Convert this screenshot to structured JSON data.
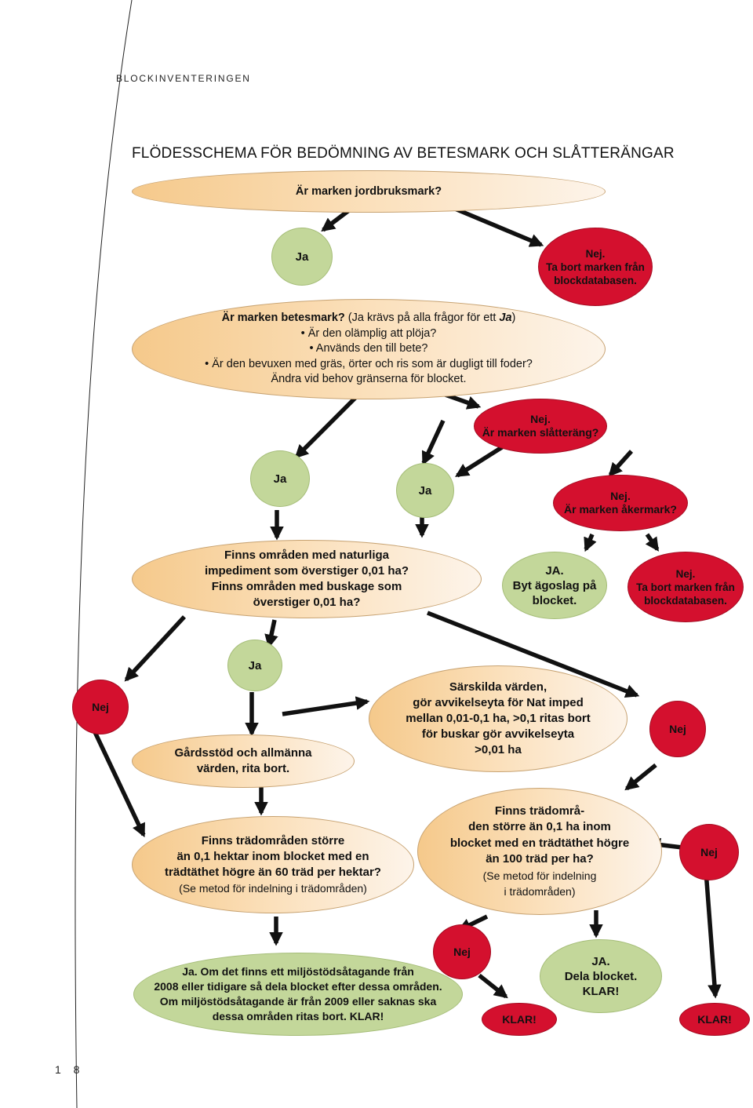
{
  "header": {
    "section_label": "BLOCKINVENTERINGEN",
    "title": "FLÖDESSCHEMA FÖR BEDÖMNING AV BETESMARK OCH SLÅTTERÄNGAR",
    "page_number": "1 8"
  },
  "q1": {
    "text": "Är marken jordbruksmark?"
  },
  "q1_yes": {
    "label": "Ja"
  },
  "q1_no": {
    "line1": "Nej.",
    "line2": "Ta bort marken från",
    "line3": "blockdatabasen."
  },
  "q2": {
    "intro_bold": "Är marken betesmark?",
    "intro_rest": " (Ja krävs på alla frågor för ett ",
    "intro_ja": "Ja",
    "intro_end": ")",
    "bullet1": "• Är den olämplig att plöja?",
    "bullet2": "• Används den till bete?",
    "bullet3": "• Är den bevuxen med gräs, örter och ris som är dugligt till foder?",
    "note": "Ändra vid behov gränserna för blocket."
  },
  "q2_no": {
    "line1": "Nej.",
    "line2": "Är marken slåtteräng?"
  },
  "q2_yes": {
    "label": "Ja"
  },
  "slatter_yes": {
    "label": "Ja"
  },
  "slatter_no": {
    "line1": "Nej.",
    "line2": "Är marken åkermark?"
  },
  "q3": {
    "line1": "Finns områden med naturliga",
    "line2": "impediment som överstiger 0,01 ha?",
    "line3": "Finns områden med buskage som",
    "line4": "överstiger 0,01 ha?"
  },
  "aker_yes": {
    "line1": "JA.",
    "line2": "Byt ägoslag på",
    "line3": "blocket."
  },
  "aker_no": {
    "line1": "Nej.",
    "line2": "Ta bort marken från",
    "line3": "blockdatabasen."
  },
  "q3_no": {
    "label": "Nej"
  },
  "q3_yes": {
    "label": "Ja"
  },
  "gard": {
    "line1": "Gårdsstöd och allmänna",
    "line2": "värden, rita bort."
  },
  "special": {
    "line1": "Särskilda värden,",
    "line2": "gör avvikelseyta för Nat imped",
    "line3": "mellan 0,01-0,1 ha, >0,1 ritas bort",
    "line4": "för buskar gör avvikelseyta",
    "line5": ">0,01 ha"
  },
  "right_no": {
    "label": "Nej"
  },
  "q4": {
    "line1": "Finns trädområden större",
    "line2": "än 0,1 hektar inom blocket med en",
    "line3": "trädtäthet högre än 60 träd per hektar?",
    "line4": "(Se metod för indelning i trädområden)"
  },
  "q5": {
    "line1": "Finns trädområ-",
    "line2": "den större än 0,1 ha inom",
    "line3": "blocket med en trädtäthet högre",
    "line4": "än 100 träd per ha?",
    "line5": "(Se metod för indelning",
    "line6": "i trädområden)"
  },
  "q5_no": {
    "label": "Nej"
  },
  "q4_yes": {
    "line1": "Ja. Om det finns ett miljöstödsåtagande från",
    "line2": "2008 eller tidigare så dela blocket efter dessa områden.",
    "line3": "Om miljöstödsåtagande är från 2009 eller saknas ska",
    "line4": "dessa områden ritas bort. KLAR!"
  },
  "q4_no": {
    "label": "Nej"
  },
  "klar1": {
    "label": "KLAR!"
  },
  "q5_yes": {
    "line1": "JA.",
    "line2": "Dela blocket.",
    "line3": "KLAR!"
  },
  "klar2": {
    "label": "KLAR!"
  },
  "colors": {
    "question_fill": "#f5c98b",
    "yes_fill": "#c3d79a",
    "no_fill": "#d4102e",
    "arrow": "#111111"
  }
}
